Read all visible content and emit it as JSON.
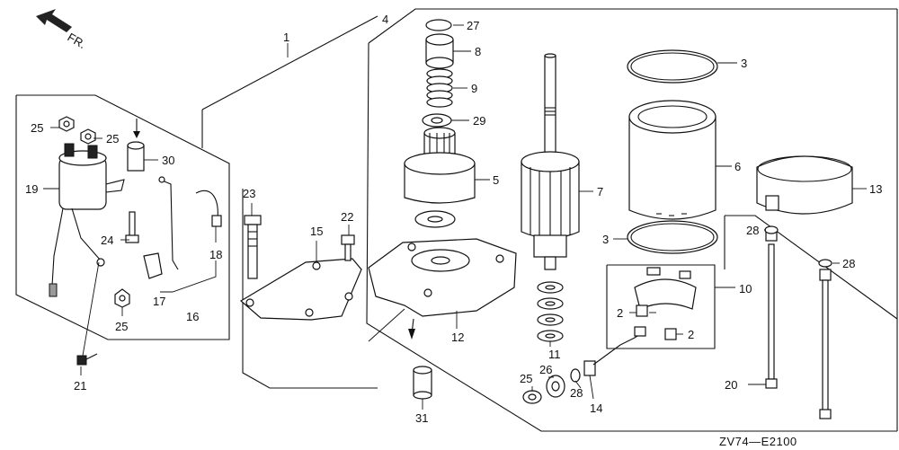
{
  "diagram": {
    "direction_label": "FR.",
    "diagram_code": "ZV74—E2100",
    "callouts": {
      "c1": "1",
      "c4": "4",
      "c27": "27",
      "c8": "8",
      "c9": "9",
      "c29": "29",
      "c5": "5",
      "c7": "7",
      "c3a": "3",
      "c6": "6",
      "c3b": "3",
      "c13": "13",
      "c30": "30",
      "c25a": "25",
      "c25b": "25",
      "c19": "19",
      "c23": "23",
      "c22": "22",
      "c15": "15",
      "c24": "24",
      "c18": "18",
      "c17": "17",
      "c16": "16",
      "c25c": "25",
      "c21": "21",
      "c12": "12",
      "c31": "31",
      "c11": "11",
      "c10": "10",
      "c2a": "2",
      "c2b": "2",
      "c28a": "28",
      "c28b": "28",
      "c28c": "28",
      "c20": "20",
      "c26": "26",
      "c25d": "25",
      "c14": "14"
    }
  }
}
